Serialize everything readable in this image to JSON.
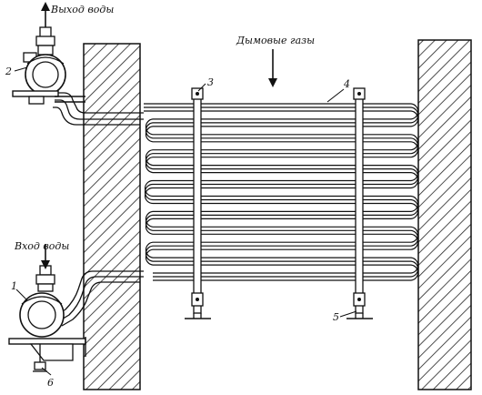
{
  "diagram": {
    "labels": {
      "water_out": "Выход воды",
      "water_in": "Вход воды",
      "flue_gases": "Дымовые газы"
    },
    "callouts": [
      "1",
      "2",
      "3",
      "4",
      "5",
      "6"
    ],
    "tube_passes": 12
  }
}
